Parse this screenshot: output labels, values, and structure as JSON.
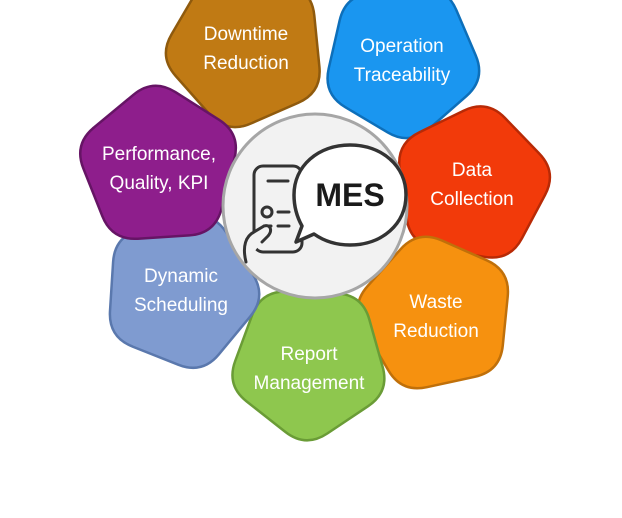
{
  "center": {
    "label": "MES",
    "icon": "smartphone-chat-bubble-icon",
    "fill": "#f2f2f2",
    "stroke": "#a6a6a6"
  },
  "petals": [
    {
      "id": "downtime",
      "lines": [
        "Downtime",
        "Reduction"
      ],
      "fill": "#c07a14",
      "stroke": "#8f5a0d"
    },
    {
      "id": "operation",
      "lines": [
        "Operation",
        "Traceability"
      ],
      "fill": "#1a96f0",
      "stroke": "#0d6fba"
    },
    {
      "id": "data",
      "lines": [
        "Data",
        "Collection"
      ],
      "fill": "#f23a0a",
      "stroke": "#b82a06"
    },
    {
      "id": "waste",
      "lines": [
        "Waste",
        "Reduction"
      ],
      "fill": "#f6910f",
      "stroke": "#c0700a"
    },
    {
      "id": "report",
      "lines": [
        "Report",
        "Management"
      ],
      "fill": "#8ec74e",
      "stroke": "#6a9c36"
    },
    {
      "id": "dynamic",
      "lines": [
        "Dynamic",
        "Scheduling"
      ],
      "fill": "#7f9bd0",
      "stroke": "#5a78ad"
    },
    {
      "id": "performance",
      "lines": [
        "Performance,",
        "Quality, KPI"
      ],
      "fill": "#8e1e8c",
      "stroke": "#661465"
    }
  ]
}
